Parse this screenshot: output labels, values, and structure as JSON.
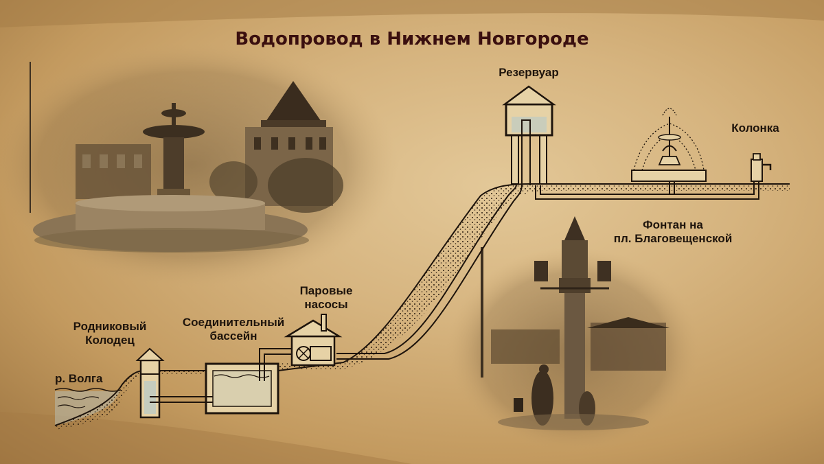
{
  "title": "Водопровод в Нижнем Новгороде",
  "labels": {
    "volga": "р. Волга",
    "spring_well_line1": "Родниковый",
    "spring_well_line2": "Колодец",
    "connecting_pool_line1": "Соединительный",
    "connecting_pool_line2": "бассейн",
    "steam_pumps_line1": "Паровые",
    "steam_pumps_line2": "насосы",
    "reservoir": "Резервуар",
    "standpipe": "Колонка",
    "fountain_line1": "Фонтан на",
    "fountain_line2": "пл. Благовещенской"
  },
  "colors": {
    "ink": "#1e140c",
    "title": "#3a0f0f",
    "paper": "#d6b47f",
    "water": "#9ec7d6"
  }
}
